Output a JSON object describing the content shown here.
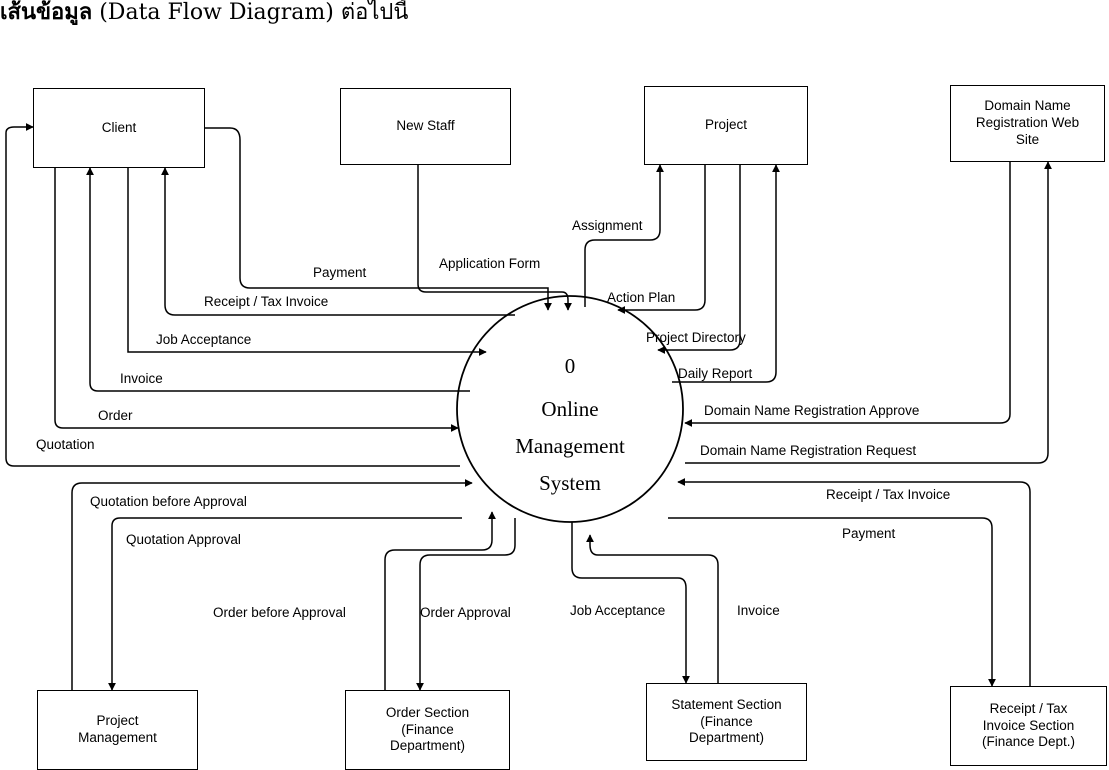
{
  "title": {
    "prefix": "เส้นข้อมูล",
    "rest": " (Data Flow Diagram) ต่อไปนี้"
  },
  "process": {
    "number": "0",
    "line1": "Online",
    "line2": "Management",
    "line3": "System"
  },
  "entities": {
    "client": "Client",
    "new_staff": "New Staff",
    "project": "Project",
    "domain_site": "Domain Name\nRegistration Web\nSite",
    "project_management": "Project\nManagement",
    "order_section": "Order Section\n(Finance\nDepartment)",
    "statement_section": "Statement Section\n(Finance\nDepartment)",
    "receipt_section": "Receipt / Tax\nInvoice Section\n(Finance Dept.)"
  },
  "flows": {
    "payment_client": "Payment",
    "receipt_client": "Receipt / Tax Invoice",
    "job_acceptance_client": "Job Acceptance",
    "invoice_client": "Invoice",
    "order_client": "Order",
    "quotation_client": "Quotation",
    "application_form": "Application Form",
    "assignment": "Assignment",
    "action_plan": "Action Plan",
    "project_directory": "Project Directory",
    "daily_report": "Daily Report",
    "domain_approve": "Domain Name Registration Approve",
    "domain_request": "Domain Name Registration Request",
    "receipt_finance": "Receipt / Tax Invoice",
    "payment_finance": "Payment",
    "quotation_before_approval": "Quotation before Approval",
    "quotation_approval": "Quotation Approval",
    "order_before_approval": "Order before Approval",
    "order_approval": "Order Approval",
    "job_acceptance_statement": "Job Acceptance",
    "invoice_statement": "Invoice"
  }
}
